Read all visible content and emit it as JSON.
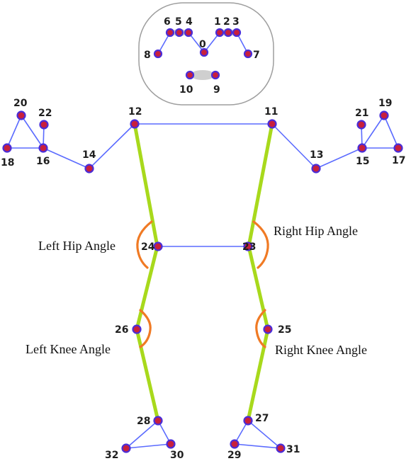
{
  "landmarks": {
    "0": "0",
    "1": "1",
    "2": "2",
    "3": "3",
    "4": "4",
    "5": "5",
    "6": "6",
    "7": "7",
    "8": "8",
    "9": "9",
    "10": "10",
    "11": "11",
    "12": "12",
    "13": "13",
    "14": "14",
    "15": "15",
    "16": "16",
    "17": "17",
    "18": "18",
    "19": "19",
    "20": "20",
    "21": "21",
    "22": "22",
    "23": "23",
    "24": "24",
    "25": "25",
    "26": "26",
    "27": "27",
    "28": "28",
    "29": "29",
    "30": "30",
    "31": "31",
    "32": "32"
  },
  "angle_labels": {
    "left_hip": "Left Hip Angle",
    "right_hip": "Right Hip Angle",
    "left_knee": "Left Knee Angle",
    "right_knee": "Right Knee Angle"
  },
  "colors": {
    "joint_fill": "#c8203c",
    "joint_outline": "#4a2dd8",
    "skeleton": "#5b6bff",
    "leg_highlight": "#a8d91c",
    "angle_arc": "#f07a24",
    "face_panel_border": "#9e9e9e"
  }
}
